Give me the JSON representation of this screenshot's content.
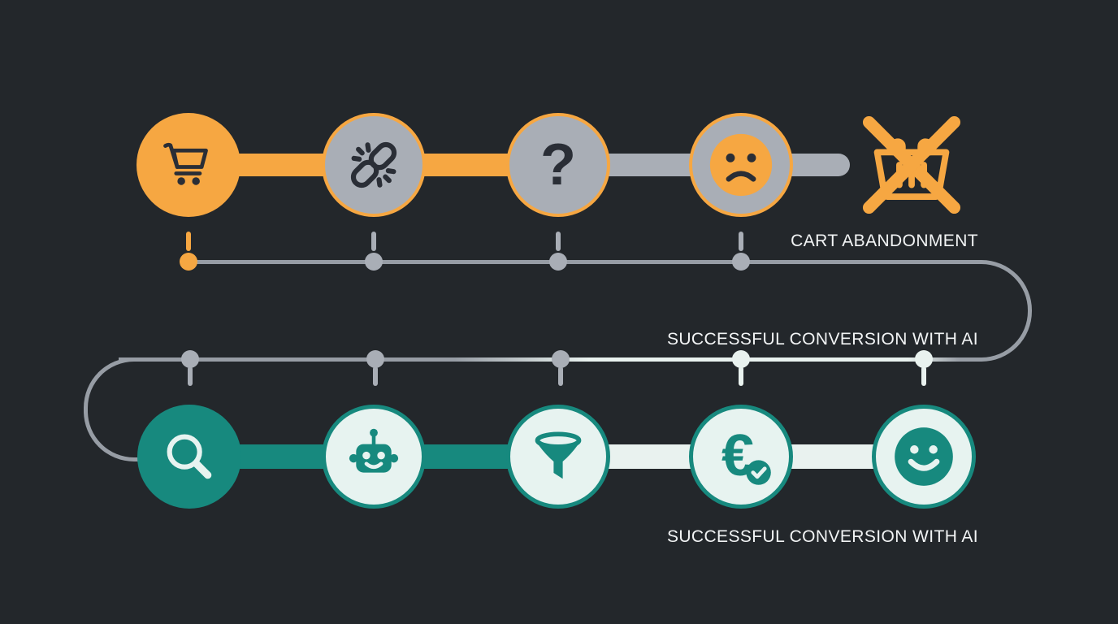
{
  "colors": {
    "bg": "#23272B",
    "orange": "#F6A742",
    "gray-fill": "#A9AEB6",
    "gray-line": "#979DA5",
    "dark": "#2A2E36",
    "teal": "#17897E",
    "mint": "#E7F3F0",
    "light-line": "#E9F2EF",
    "text": "#F2F4F5"
  },
  "top_journey": {
    "label": "CART ABANDONMENT",
    "question_glyph": "?",
    "steps": [
      {
        "icon": "shopping-cart-icon"
      },
      {
        "icon": "broken-link-icon"
      },
      {
        "icon": "question-mark-icon"
      },
      {
        "icon": "sad-face-icon"
      }
    ],
    "end_icon": "crossed-basket-icon"
  },
  "top_timeline": {
    "dot_count": 4
  },
  "middle_path": {
    "label": "SUCCESSFUL CONVERSION WITH AI",
    "dot_count": 5
  },
  "bottom_journey": {
    "label": "SUCCESSFUL CONVERSION WITH AI",
    "euro_glyph": "€",
    "steps": [
      {
        "icon": "magnifying-glass-icon"
      },
      {
        "icon": "robot-icon"
      },
      {
        "icon": "funnel-icon"
      },
      {
        "icon": "euro-check-icon"
      },
      {
        "icon": "smiley-face-icon"
      }
    ]
  }
}
